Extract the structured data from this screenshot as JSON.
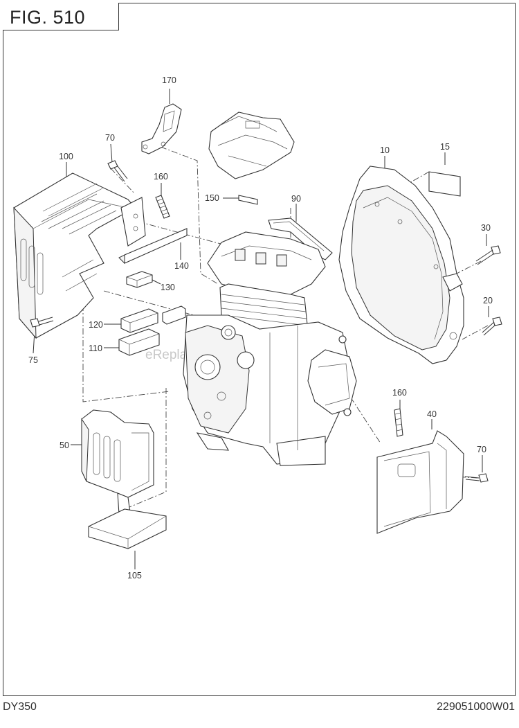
{
  "figure": {
    "title": "FIG. 510"
  },
  "footer": {
    "model": "DY350",
    "code": "229051000W01"
  },
  "watermark": "eReplacementParts.com",
  "callouts": {
    "c10": "10",
    "c15": "15",
    "c20": "20",
    "c30": "30",
    "c40": "40",
    "c50": "50",
    "c70a": "70",
    "c70b": "70",
    "c75": "75",
    "c90": "90",
    "c100": "100",
    "c105": "105",
    "c110": "110",
    "c120": "120",
    "c130": "130",
    "c140": "140",
    "c150": "150",
    "c160a": "160",
    "c160b": "160",
    "c170": "170"
  }
}
